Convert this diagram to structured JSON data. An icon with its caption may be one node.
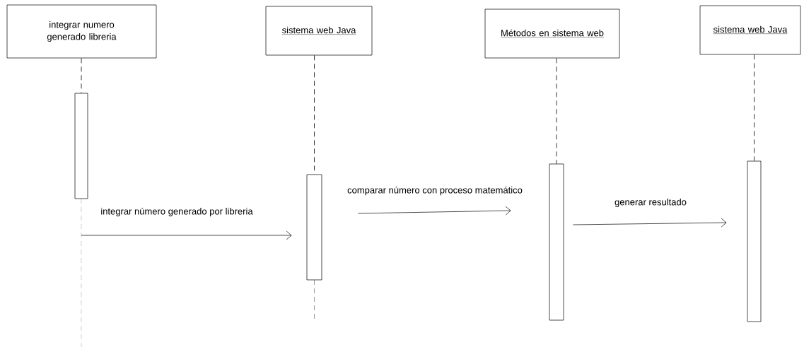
{
  "diagram": {
    "nodes": [
      {
        "text": [
          "integrar numero generado libreria"
        ]
      },
      {
        "text": [
          "sistema web Java"
        ]
      },
      {
        "text": [
          "Métodos en sistema web"
        ]
      },
      {
        "text": [
          "sistema web Java"
        ]
      },
      {
        "text": [],
        "shape": "bar"
      },
      {
        "text": [],
        "shape": "bar"
      },
      {
        "text": [],
        "shape": "bar"
      },
      {
        "text": [],
        "shape": "bar"
      }
    ],
    "edges": [
      {
        "from": 0,
        "to": 4,
        "arrow": "none",
        "style": "dashed"
      },
      {
        "from": 1,
        "to": 5,
        "arrow": "none",
        "style": "dashed"
      },
      {
        "from": 2,
        "to": 6,
        "arrow": "none",
        "style": "dashed"
      },
      {
        "from": 3,
        "to": 7,
        "arrow": "none",
        "style": "dashed"
      },
      {
        "from": 4,
        "to": 5,
        "arrow": "to",
        "label": "integrar número generado por libreria"
      },
      {
        "from": 5,
        "to": 6,
        "arrow": "to",
        "label": "comparar número con proceso matemático"
      },
      {
        "from": 6,
        "to": 7,
        "arrow": "to",
        "label": "generar resultado"
      }
    ]
  }
}
